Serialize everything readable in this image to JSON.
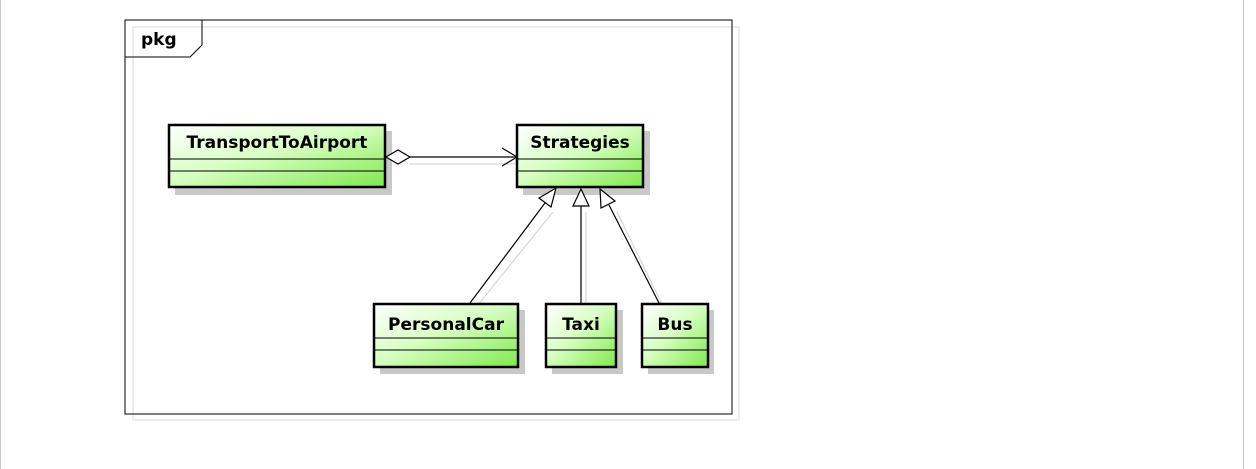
{
  "package": {
    "label": "pkg"
  },
  "classes": {
    "transport": {
      "name": "TransportToAirport"
    },
    "strategies": {
      "name": "Strategies"
    },
    "personal_car": {
      "name": "PersonalCar"
    },
    "taxi": {
      "name": "Taxi"
    },
    "bus": {
      "name": "Bus"
    }
  },
  "relations": [
    {
      "type": "aggregation",
      "from": "TransportToAirport",
      "to": "Strategies"
    },
    {
      "type": "generalization",
      "from": "PersonalCar",
      "to": "Strategies"
    },
    {
      "type": "generalization",
      "from": "Taxi",
      "to": "Strategies"
    },
    {
      "type": "generalization",
      "from": "Bus",
      "to": "Strategies"
    }
  ],
  "colors": {
    "class_fill_top": "#c8ffa8",
    "class_fill_bottom": "#8ef060",
    "class_body_light": "#f4fff0",
    "border": "#000000",
    "shadow": "#c8c8c8"
  }
}
